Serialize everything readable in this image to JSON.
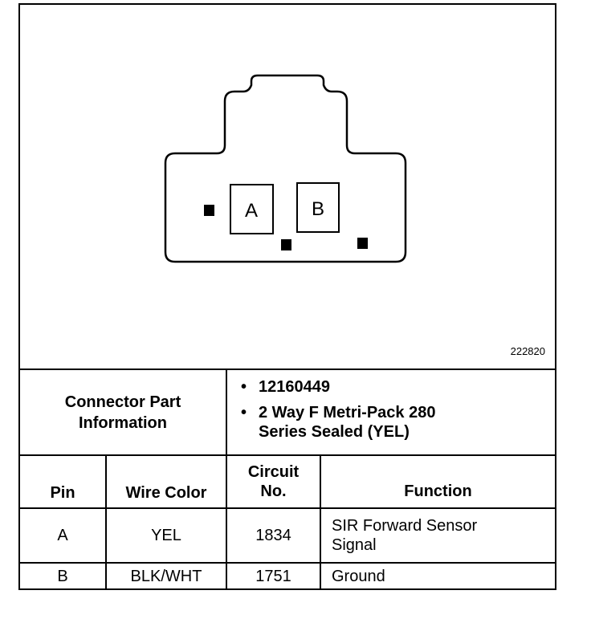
{
  "figure_id": "222820",
  "connector": {
    "cavity_a": "A",
    "cavity_b": "B"
  },
  "part_info": {
    "label_line1": "Connector Part",
    "label_line2": "Information",
    "bullet": "•",
    "part_number": "12160449",
    "desc_line1": "2 Way F Metri-Pack 280",
    "desc_line2": "Series Sealed (YEL)"
  },
  "table": {
    "headers": {
      "pin": "Pin",
      "wire_color": "Wire Color",
      "circuit_line1": "Circuit",
      "circuit_line2": "No.",
      "function": "Function"
    },
    "rows": [
      {
        "pin": "A",
        "wire_color": "YEL",
        "circuit": "1834",
        "function_line1": "SIR Forward Sensor",
        "function_line2": "Signal"
      },
      {
        "pin": "B",
        "wire_color": "BLK/WHT",
        "circuit": "1751",
        "function_line1": "Ground",
        "function_line2": ""
      }
    ]
  }
}
